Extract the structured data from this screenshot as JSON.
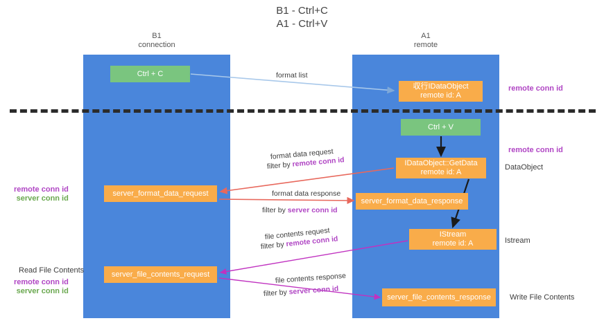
{
  "title": "B1 - Ctrl+C\nA1 - Ctrl+V",
  "lanes": [
    {
      "name": "b1",
      "heading": "B1\nconnection"
    },
    {
      "name": "a1",
      "heading": "A1\nremote"
    }
  ],
  "nodes": {
    "ctrl_c": "Ctrl + C",
    "ctrl_v": "Ctrl + V",
    "idataobject": "収行IDataObject\nremote id: A",
    "getdata": "IDataObject::GetData\nremote id: A",
    "istream": "IStream\nremote id: A",
    "server_format_data_request": "server_format_data_request",
    "server_format_data_response": "server_format_data_response",
    "server_file_contents_request": "server_file_contents_request",
    "server_file_contents_response": "server_file_contents_response"
  },
  "edge_labels": {
    "format_list": "format list",
    "format_data_request": "format data request",
    "format_data_request_filter_prefix": "filter by ",
    "format_data_request_filter_key": "remote conn id",
    "format_data_response": "format data response",
    "format_data_response_filter_prefix": "filter by ",
    "format_data_response_filter_key": "server conn id",
    "file_contents_request": "file contents request",
    "file_contents_request_filter_prefix": "filter by ",
    "file_contents_request_filter_key": "remote conn id",
    "file_contents_response": "file contents response",
    "file_contents_response_filter_prefix": "filter by ",
    "file_contents_response_filter_key": "server conn id"
  },
  "annotations": {
    "remote_conn_id_top": "remote conn id",
    "remote_conn_id_mid": "remote conn id",
    "dataobject": "DataObject",
    "istream": "Istream",
    "write_file_contents": "Write File Contents",
    "read_file_contents": "Read File Contents",
    "left_remote_conn_id_1": "remote conn id",
    "left_server_conn_id_1": "server conn id",
    "left_remote_conn_id_2": "remote conn id",
    "left_server_conn_id_2": "server conn id"
  },
  "colors": {
    "lane_blue": "#4a86db",
    "node_green": "#7ac57f",
    "node_orange": "#f9ac4a",
    "accent_purple": "#b046c4",
    "accent_green": "#6aa84f",
    "arrow_red": "#e8685c",
    "arrow_blue": "#a8c8ea",
    "arrow_magenta": "#c032c0",
    "arrow_black": "#1a1a1a",
    "divider_black": "#2b2b2b"
  }
}
